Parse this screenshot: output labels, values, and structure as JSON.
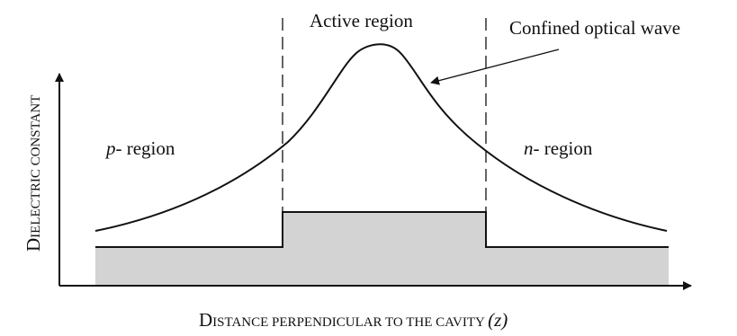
{
  "labels": {
    "active_region": "Active region",
    "confined_wave": "Confined optical wave",
    "p_region_italic": "p",
    "p_region_rest": "- region",
    "n_region_italic": "n",
    "n_region_rest": "- region",
    "y_axis_first": "D",
    "y_axis_rest": "IELECTRIC CONSTANT",
    "x_axis_first": "D",
    "x_axis_rest": "ISTANCE PERPENDICULAR TO THE CAVITY ",
    "x_axis_var": "(z)"
  },
  "colors": {
    "line": "#111111",
    "fill": "#d3d3d3",
    "background": "#ffffff"
  }
}
